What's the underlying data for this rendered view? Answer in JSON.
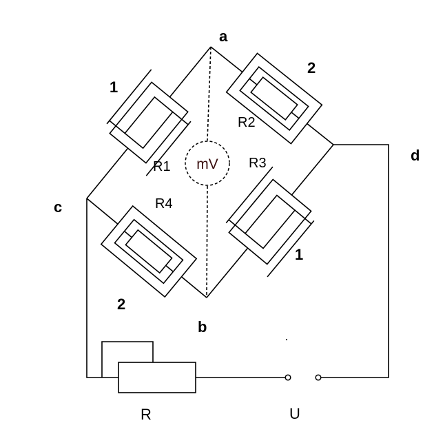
{
  "nodes": {
    "a": "a",
    "b": "b",
    "c": "c",
    "d": "d"
  },
  "resistors": {
    "r1": "R1",
    "r2": "R2",
    "r3": "R3",
    "r4": "R4"
  },
  "groups": {
    "g1_left": "1",
    "g1_right": "1",
    "g2_top": "2",
    "g2_bottom": "2"
  },
  "meter": "mV",
  "rheostat": "R",
  "source": "U"
}
